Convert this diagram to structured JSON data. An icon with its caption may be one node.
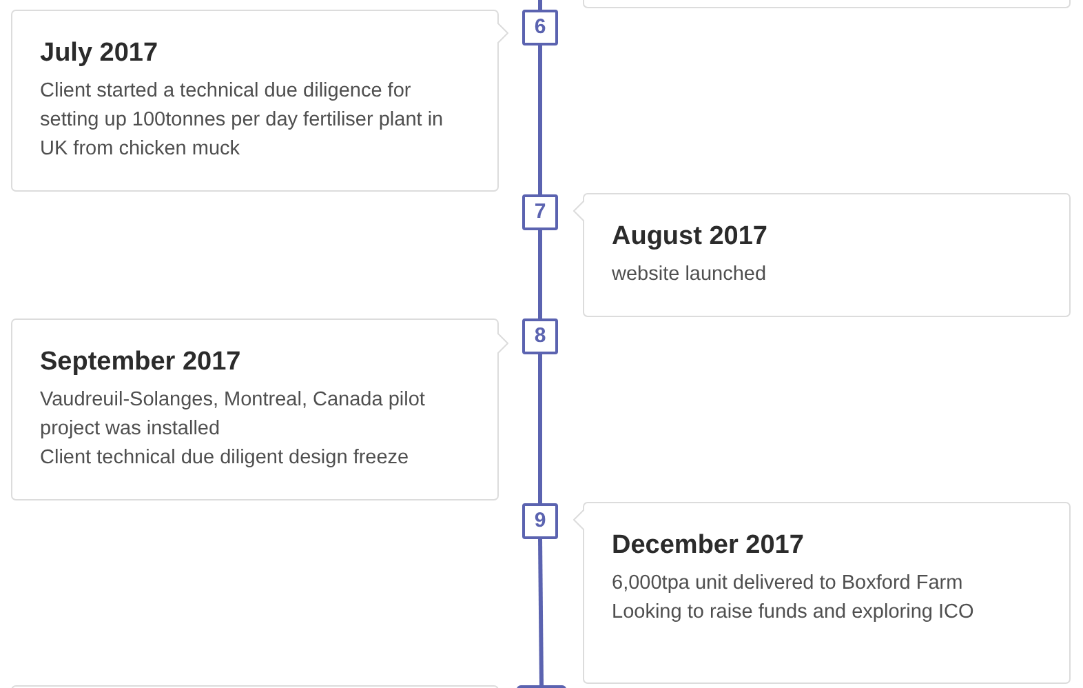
{
  "diagram": {
    "nodes": [
      {
        "text": [],
        "shape": "box"
      },
      {
        "text": [
          "6"
        ]
      },
      {
        "text": [
          "July 2017",
          "Client started a technical due diligence for setting up 100tonnes per day fertiliser plant in UK from chicken muck"
        ]
      },
      {
        "text": [
          "7"
        ]
      },
      {
        "text": [
          "August 2017",
          "website launched"
        ]
      },
      {
        "text": [
          "8"
        ]
      },
      {
        "text": [
          "September 2017",
          "Vaudreuil-Solanges, Montreal, Canada pilot project was installed",
          "Client technical due diligent design freeze"
        ]
      },
      {
        "text": [
          "9"
        ]
      },
      {
        "text": [
          "December 2017",
          "6,000tpa unit delivered to Boxford Farm",
          "Looking to raise funds and exploring ICO"
        ]
      },
      {
        "text": [],
        "shape": "box"
      },
      {
        "text": [],
        "shape": "box"
      }
    ],
    "edges": [
      {
        "from": null,
        "to": 1,
        "arrow": "none"
      },
      {
        "from": 1,
        "to": 3,
        "arrow": "none"
      },
      {
        "from": 3,
        "to": 5,
        "arrow": "none"
      },
      {
        "from": 5,
        "to": 7,
        "arrow": "none"
      },
      {
        "from": 7,
        "to": 10,
        "arrow": "none"
      }
    ]
  }
}
